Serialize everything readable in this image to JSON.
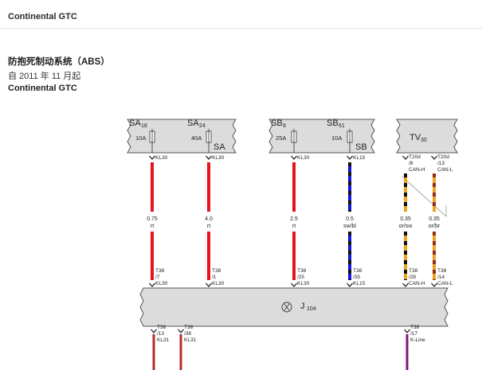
{
  "page": {
    "top_title": "Continental GTC",
    "section_title": "防抱死制动系统（ABS）",
    "date_line": "自 2011 年 11 月起",
    "model_line": "Continental GTC"
  },
  "colors": {
    "red": "#e4161b",
    "blue": "#1515e6",
    "black": "#111111",
    "orange": "#f0a21e",
    "brown": "#9a2a18",
    "dark_red": "#b0302a",
    "violet": "#7a1a7a",
    "box_fill": "#dcdcdc",
    "box_stroke": "#555555"
  },
  "boxes": {
    "sa": {
      "label_sa18": "SA",
      "sub_sa18": "18",
      "label_sa24": "SA",
      "sub_sa24": "24",
      "fuse1": "10A",
      "fuse2": "40A",
      "group": "SA"
    },
    "sb": {
      "label_sb8": "SB",
      "sub_sb8": "8",
      "label_sb61": "SB",
      "sub_sb61": "61",
      "fuse1": "25A",
      "fuse2": "10A",
      "group": "SB"
    },
    "tv": {
      "label": "TV",
      "sub": "30"
    },
    "j": {
      "label": "J",
      "sub": "104"
    }
  },
  "wires": [
    {
      "top_term": "KL30",
      "size": "0.75",
      "color_code": "rt",
      "conn1": "T38",
      "conn2": "/7",
      "term": "KL30"
    },
    {
      "top_term": "KL30",
      "size": "4.0",
      "color_code": "rt",
      "conn1": "T38",
      "conn2": "/1",
      "term": "KL30"
    },
    {
      "top_term": "KL30",
      "size": "2.5",
      "color_code": "rt",
      "conn1": "T38",
      "conn2": "/25",
      "term": "KL30"
    },
    {
      "top_term": "KL15",
      "size": "0.5",
      "color_code": "sw/bl",
      "conn1": "T38",
      "conn2": "/35",
      "term": "KL15"
    },
    {
      "top_conn1": "T20d",
      "top_conn2": "/8",
      "top_term": "CAN-H",
      "size": "0.35",
      "color_code": "or/sw",
      "conn1": "T38",
      "conn2": "/28",
      "term": "CAN-H"
    },
    {
      "top_conn1": "T20d",
      "top_conn2": "/13",
      "top_term": "CAN-L",
      "size": "0.35",
      "color_code": "or/br",
      "conn1": "T38",
      "conn2": "/14",
      "term": "CAN-L"
    }
  ],
  "bottom": [
    {
      "conn1": "T38",
      "conn2": "/13",
      "term": "KL31"
    },
    {
      "conn1": "T38",
      "conn2": "/38",
      "term": "KL31"
    },
    {
      "conn1": "T38",
      "conn2": "/17",
      "term": "K-Line"
    }
  ]
}
